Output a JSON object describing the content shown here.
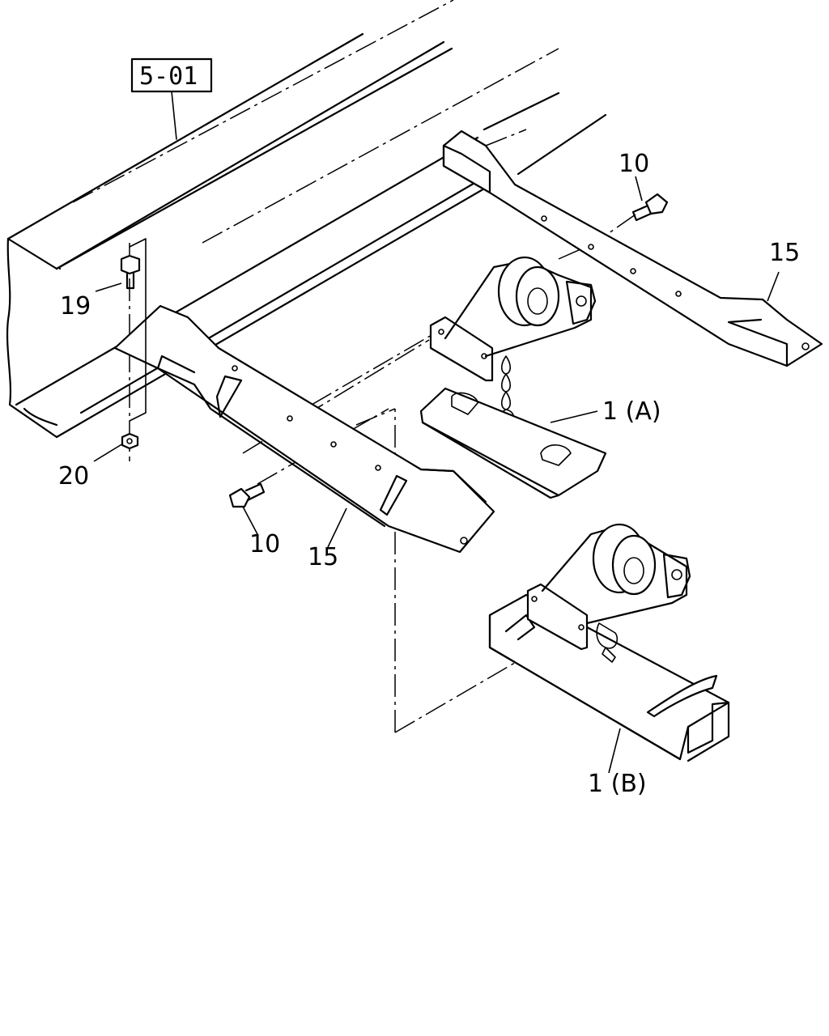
{
  "diagram": {
    "reference": "5-01",
    "callouts": [
      {
        "id": "c19",
        "text": "19"
      },
      {
        "id": "c20",
        "text": "20"
      },
      {
        "id": "c10a",
        "text": "10"
      },
      {
        "id": "c10b",
        "text": "10"
      },
      {
        "id": "c15a",
        "text": "15"
      },
      {
        "id": "c15b",
        "text": "15"
      },
      {
        "id": "c1a",
        "text": "1 (A)"
      },
      {
        "id": "c1b",
        "text": "1 (B)"
      }
    ]
  }
}
